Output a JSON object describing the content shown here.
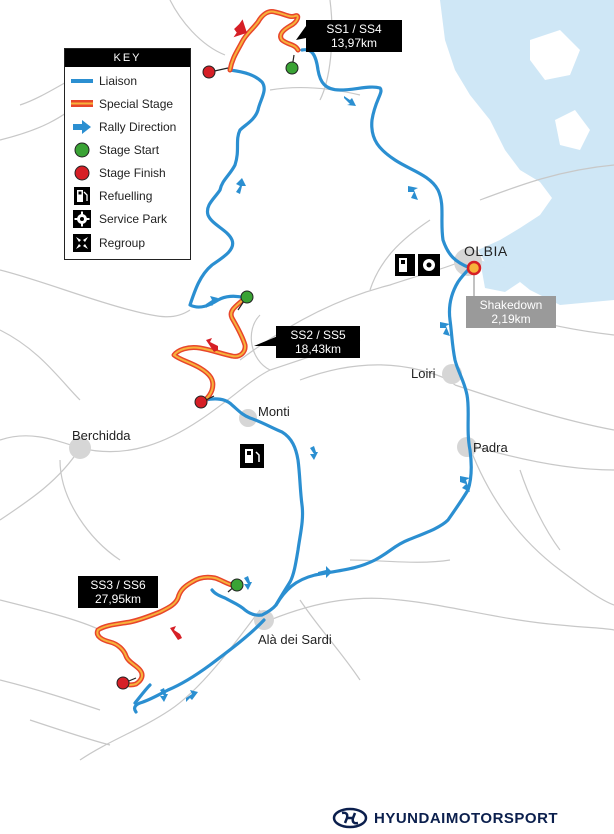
{
  "key": {
    "title": "KEY",
    "items": [
      {
        "label": "Liaison",
        "symbol": "liaison-line"
      },
      {
        "label": "Special Stage",
        "symbol": "special-stage-line"
      },
      {
        "label": "Rally Direction",
        "symbol": "arrow-icon"
      },
      {
        "label": "Stage Start",
        "symbol": "green-dot-icon"
      },
      {
        "label": "Stage Finish",
        "symbol": "red-dot-icon"
      },
      {
        "label": "Refuelling",
        "symbol": "fuel-pump-icon"
      },
      {
        "label": "Service Park",
        "symbol": "gear-icon"
      },
      {
        "label": "Regroup",
        "symbol": "regroup-icon"
      }
    ]
  },
  "stages": {
    "ss1": {
      "line1": "SS1 / SS4",
      "line2": "13,97km"
    },
    "ss2": {
      "line1": "SS2 / SS5",
      "line2": "18,43km"
    },
    "ss3": {
      "line1": "SS3 / SS6",
      "line2": "27,95km"
    },
    "shakedown": {
      "line1": "Shakedown",
      "line2": "2,19km"
    }
  },
  "towns": {
    "olbia": "OLBIA",
    "loiri": "Loiri",
    "padra": "Padra",
    "monti": "Monti",
    "berchidda": "Berchidda",
    "ala": "Alà dei Sardi"
  },
  "brand": {
    "name1": "HYUNDAI",
    "name2": "MOTORSPORT"
  },
  "colors": {
    "liaison": "#2b8fd1",
    "special_outer": "#e8462b",
    "special_inner": "#f7b23b",
    "start": "#3aa335",
    "finish": "#d61f26",
    "sea": "#cfe7f6",
    "roads": "#c8c8c8"
  }
}
